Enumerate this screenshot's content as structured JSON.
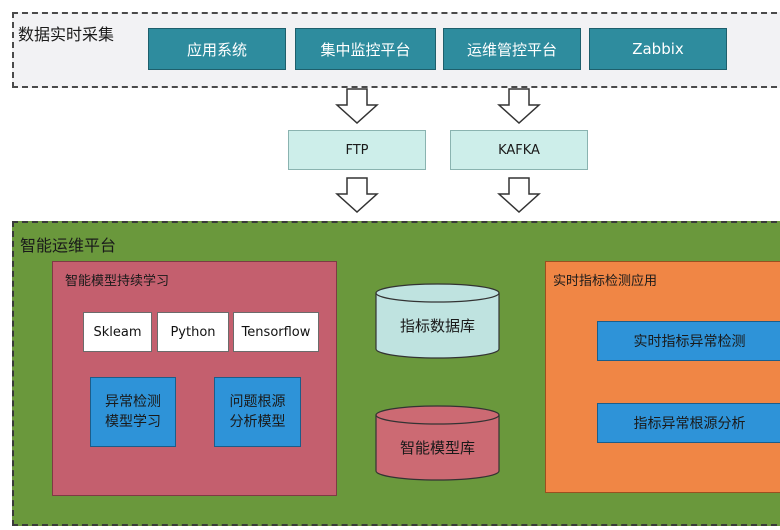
{
  "collection": {
    "title": "数据实时采集",
    "sources": [
      "应用系统",
      "集中监控平台",
      "运维管控平台",
      "Zabbix"
    ]
  },
  "transport": {
    "items": [
      "FTP",
      "KAFKA"
    ]
  },
  "platform": {
    "title": "智能运维平台",
    "learning": {
      "title": "智能模型持续学习",
      "tools": [
        "Skleam",
        "Python",
        "Tensorflow"
      ],
      "models": [
        {
          "line1": "异常检测",
          "line2": "模型学习"
        },
        {
          "line1": "问题根源",
          "line2": "分析模型"
        }
      ]
    },
    "stores": [
      "指标数据库",
      "智能模型库"
    ],
    "realtime": {
      "title": "实时指标检测应用",
      "items": [
        "实时指标异常检测",
        "指标异常根源分析"
      ]
    }
  },
  "colors": {
    "collection_bg": "#f2f2f4",
    "source_box": "#2e8c9e",
    "transport_box": "#cdeeea",
    "platform_bg": "#6a983c",
    "learning_panel": "#c45f6e",
    "model_box": "#2e93d8",
    "realtime_panel": "#f08645",
    "metric_db": "#bfe3e0",
    "model_db": "#cc6a73"
  }
}
